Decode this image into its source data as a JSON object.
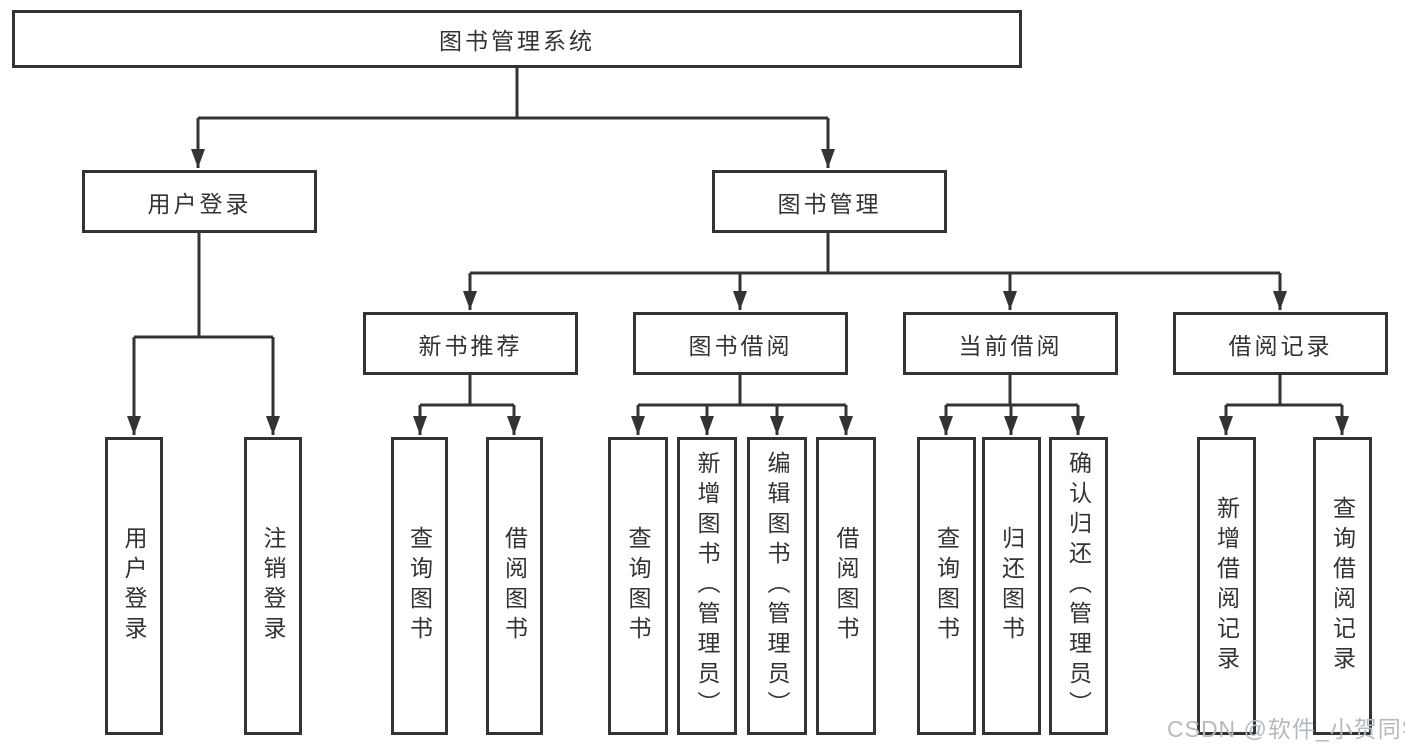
{
  "diagram_title": "图书管理系统",
  "colors": {
    "line": "#333333",
    "text": "#333333",
    "box_background": "#ffffff",
    "watermark": "#b3bac0"
  },
  "nodes": {
    "root": "图书管理系统",
    "level2": [
      "用户登录",
      "图书管理"
    ],
    "level3": [
      "新书推荐",
      "图书借阅",
      "当前借阅",
      "借阅记录"
    ],
    "leaves_login": [
      "用户登录",
      "注销登录"
    ],
    "leaves_recommend": [
      "查询图书",
      "借阅图书"
    ],
    "leaves_borrow": [
      "查询图书",
      "新增图书（管理员）",
      "编辑图书（管理员）",
      "借阅图书"
    ],
    "leaves_current": [
      "查询图书",
      "归还图书",
      "确认归还（管理员）"
    ],
    "leaves_record": [
      "新增借阅记录",
      "查询借阅记录"
    ]
  },
  "watermark": "CSDN @软件_小贺同学"
}
